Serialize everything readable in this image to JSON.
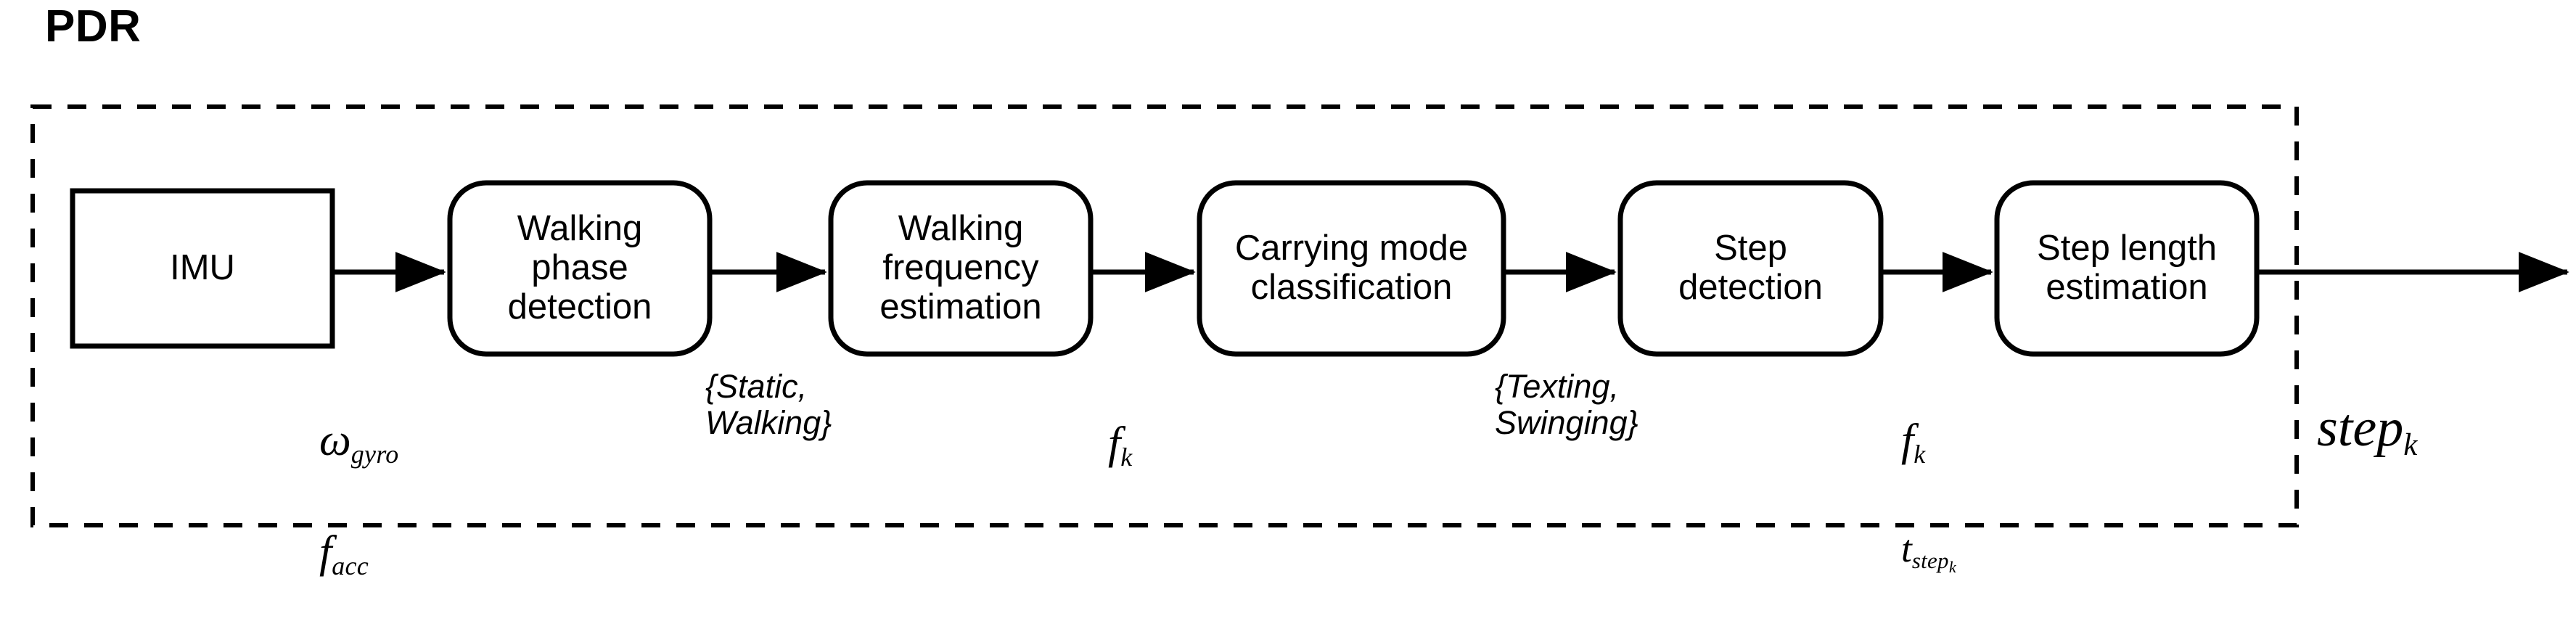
{
  "diagram": {
    "title": "PDR",
    "group_border_style": "dashed",
    "stroke_color": "#000000",
    "background_color": "#ffffff"
  },
  "blocks": [
    {
      "id": "imu",
      "label": "IMU",
      "shape": "rectangle"
    },
    {
      "id": "walking-phase",
      "label": "Walking\nphase\ndetection",
      "shape": "rounded-rectangle"
    },
    {
      "id": "walking-frequency",
      "label": "Walking\nfrequency\nestimation",
      "shape": "rounded-rectangle"
    },
    {
      "id": "carrying-mode",
      "label": "Carrying mode\nclassification",
      "shape": "rounded-rectangle"
    },
    {
      "id": "step-detection",
      "label": "Step\ndetection",
      "shape": "rounded-rectangle"
    },
    {
      "id": "step-length",
      "label": "Step length\nestimation",
      "shape": "rounded-rectangle"
    }
  ],
  "edge_labels": [
    {
      "id": "imu-out",
      "text": "ω",
      "sub": "gyro",
      "line2_text": "f",
      "line2_sub": "acc",
      "style": "math"
    },
    {
      "id": "phase-out",
      "text": "{Static,\nWalking}",
      "style": "set"
    },
    {
      "id": "frequency-out",
      "text": "f",
      "sub": "k",
      "style": "math"
    },
    {
      "id": "carrying-out",
      "text": "{Texting,\nSwinging}",
      "style": "set"
    },
    {
      "id": "step-detect-out",
      "text": "f",
      "sub": "k",
      "line2_text": "t",
      "line2_sub": "step",
      "line2_sub2": "k",
      "style": "math"
    },
    {
      "id": "output",
      "text": "step",
      "sub": "k",
      "style": "math-big"
    }
  ]
}
